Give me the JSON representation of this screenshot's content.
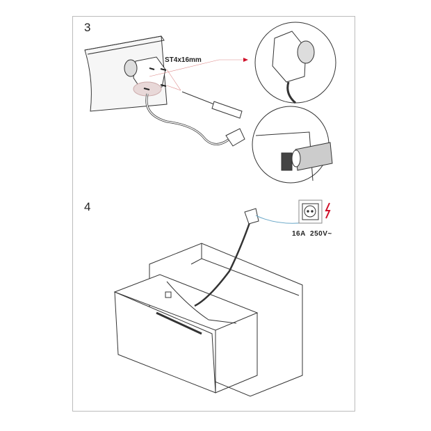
{
  "steps": [
    {
      "number": "3",
      "screw_label": "ST4x16mm"
    },
    {
      "number": "4",
      "socket_rating": "16A  250V~"
    }
  ],
  "colors": {
    "accent": "#d0112b",
    "line": "#333333",
    "cable_blue": "#6aa8c8"
  }
}
